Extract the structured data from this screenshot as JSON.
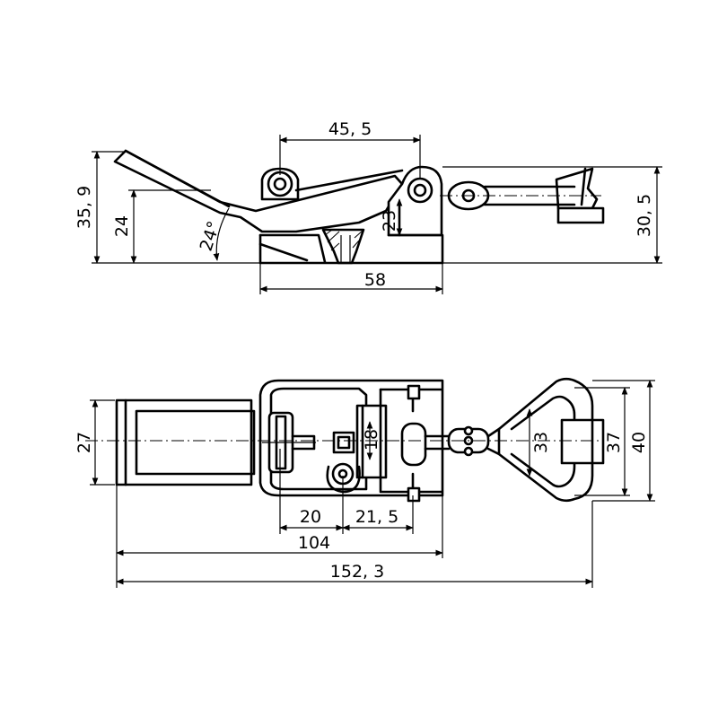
{
  "top_view": {
    "dim_width_pivots": "45, 5",
    "dim_total_height": "35, 9",
    "dim_handle_height": "24",
    "dim_angle": "24°",
    "dim_pivot_height": "23",
    "dim_base_length": "58",
    "dim_hook_height": "30, 5"
  },
  "plan_view": {
    "dim_handle_width": "27",
    "dim_spacing_a": "20",
    "dim_spacing_b": "21, 5",
    "dim_pin": "18",
    "dim_loop_inner": "33",
    "dim_loop_outer": "37",
    "dim_total_width": "40",
    "dim_length_body": "104",
    "dim_total_length": "152, 3"
  }
}
